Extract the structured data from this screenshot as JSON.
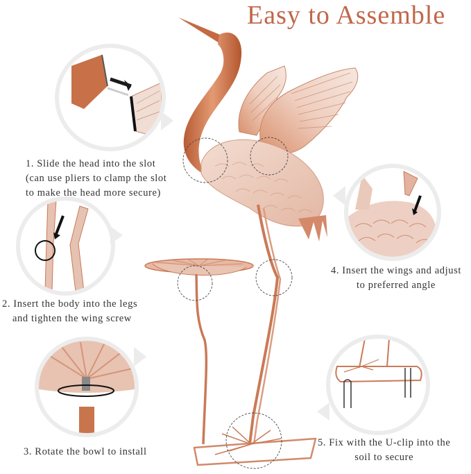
{
  "header": {
    "title": "Easy to Assemble"
  },
  "colors": {
    "title": "#c0674a",
    "copper": "#c97a58",
    "copper_light": "#e8bfae",
    "copper_pale": "#f1dcd2",
    "text": "#333333",
    "ring": "#ececec",
    "arrow": "#1a1a1a"
  },
  "steps": [
    {
      "number": "1",
      "lines": [
        "1. Slide the head into the slot",
        "(can use pliers to clamp the slot",
        "to make the head more secure)"
      ],
      "icon": "head-slot-inset"
    },
    {
      "number": "2",
      "lines": [
        "2. Insert the body into the legs",
        "and tighten the wing screw"
      ],
      "icon": "legs-screw-inset"
    },
    {
      "number": "3",
      "lines": [
        "3. Rotate the bowl to install"
      ],
      "icon": "bowl-rotate-inset"
    },
    {
      "number": "4",
      "lines": [
        "4. Insert the wings and adjust",
        "to preferred angle"
      ],
      "icon": "wing-insert-inset"
    },
    {
      "number": "5",
      "lines": [
        "5. Fix with the U-clip into the",
        "soil to secure"
      ],
      "icon": "u-clip-inset"
    }
  ],
  "product": {
    "subject": "copper crane garden statue with bird bath bowl"
  }
}
